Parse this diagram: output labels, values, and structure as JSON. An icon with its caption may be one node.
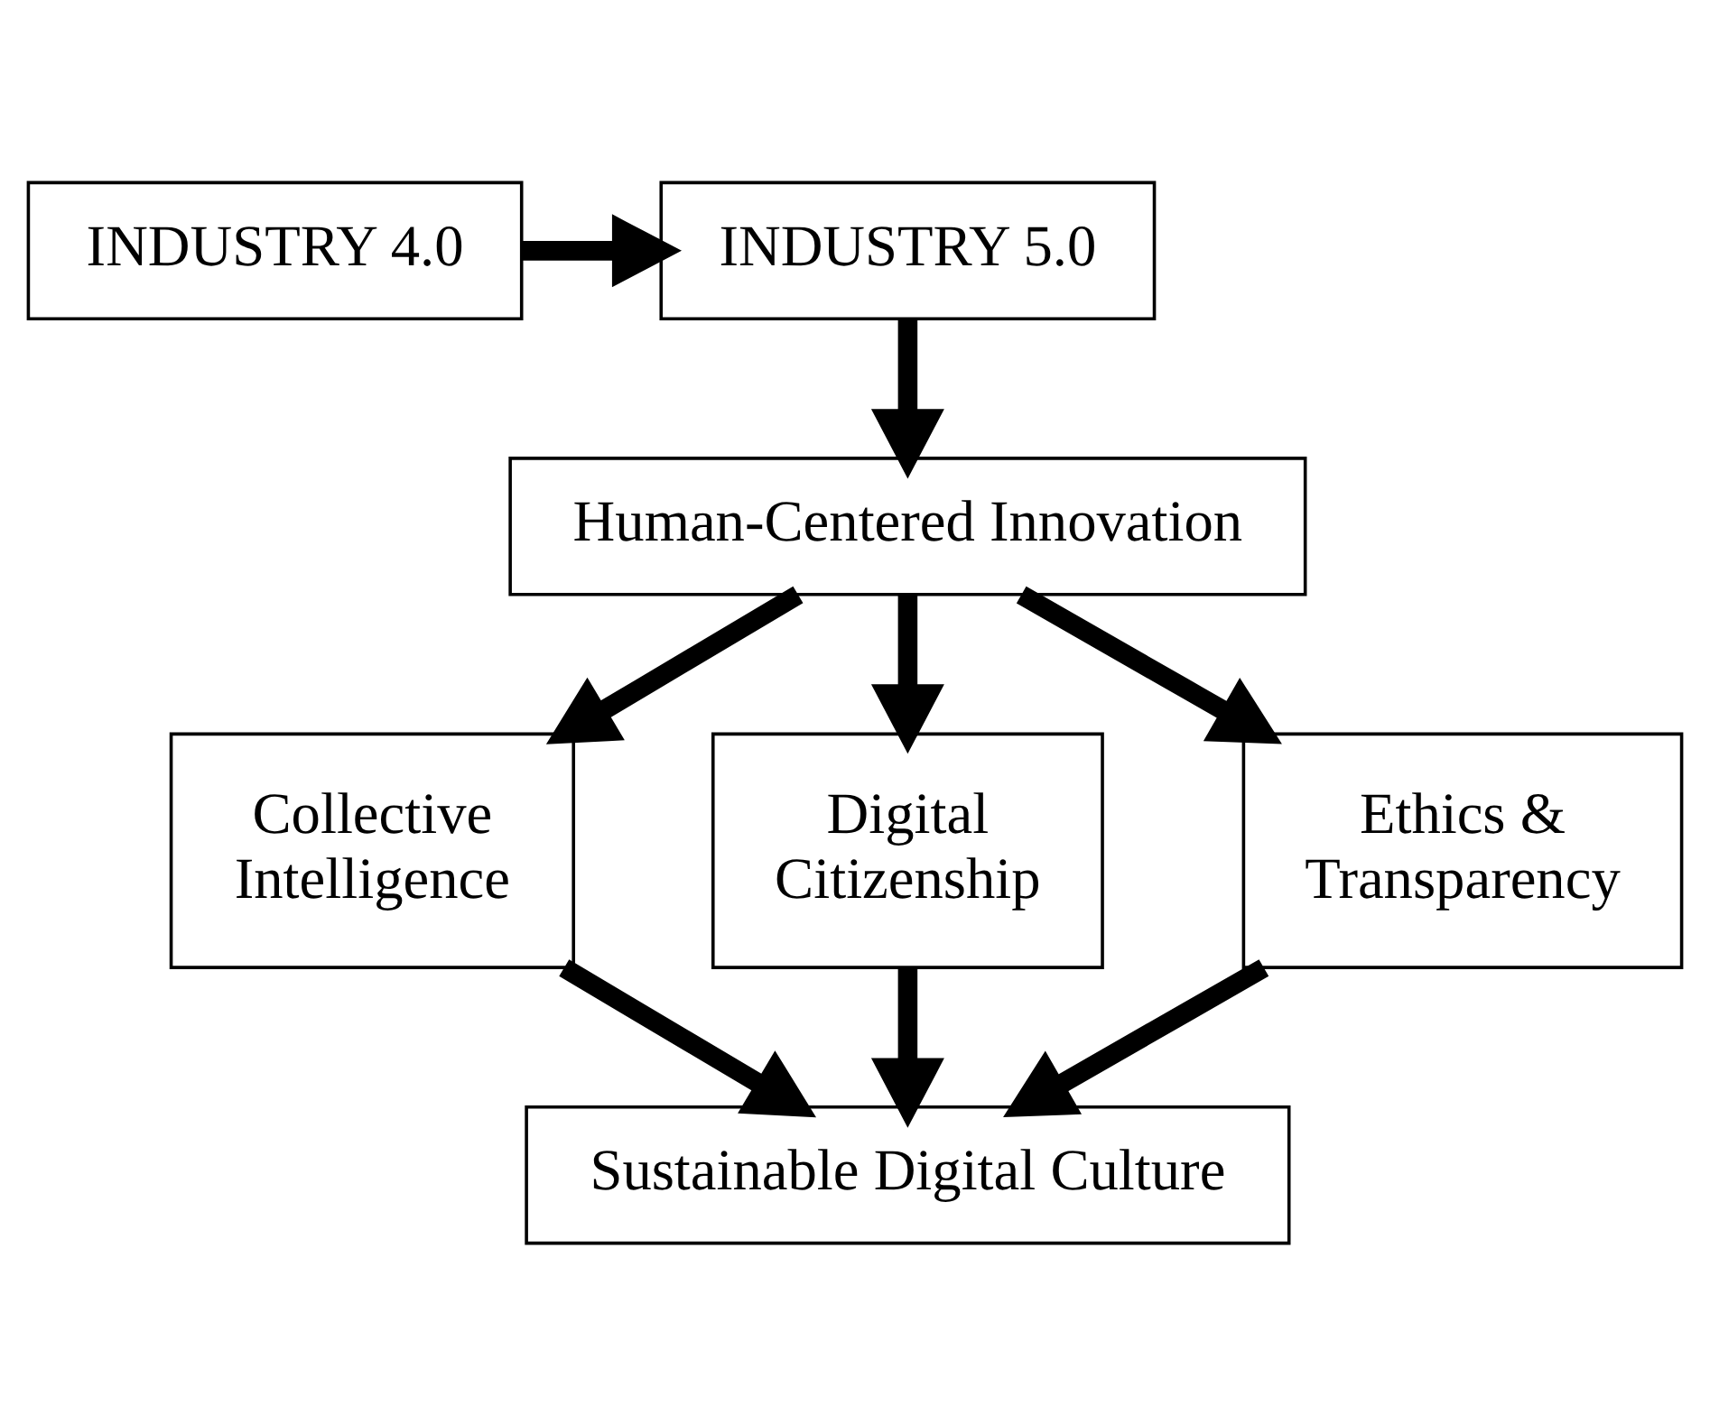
{
  "diagram": {
    "nodes": [
      {
        "text": [
          "INDUSTRY 4.0"
        ]
      },
      {
        "text": [
          "INDUSTRY 5.0"
        ]
      },
      {
        "text": [
          "Human-Centered Innovation"
        ]
      },
      {
        "text": [
          "Collective Intelligence"
        ]
      },
      {
        "text": [
          "Digital Citizenship"
        ]
      },
      {
        "text": [
          "Ethics & Transparency"
        ]
      },
      {
        "text": [
          "Sustainable Digital Culture"
        ]
      }
    ],
    "edges": [
      {
        "from": 0,
        "to": 1,
        "arrow": "to"
      },
      {
        "from": 1,
        "to": 2,
        "arrow": "to"
      },
      {
        "from": 2,
        "to": 3,
        "arrow": "to"
      },
      {
        "from": 2,
        "to": 4,
        "arrow": "to"
      },
      {
        "from": 2,
        "to": 5,
        "arrow": "to"
      },
      {
        "from": 3,
        "to": 6,
        "arrow": "to"
      },
      {
        "from": 4,
        "to": 6,
        "arrow": "to"
      },
      {
        "from": 5,
        "to": 6,
        "arrow": "to"
      }
    ]
  }
}
